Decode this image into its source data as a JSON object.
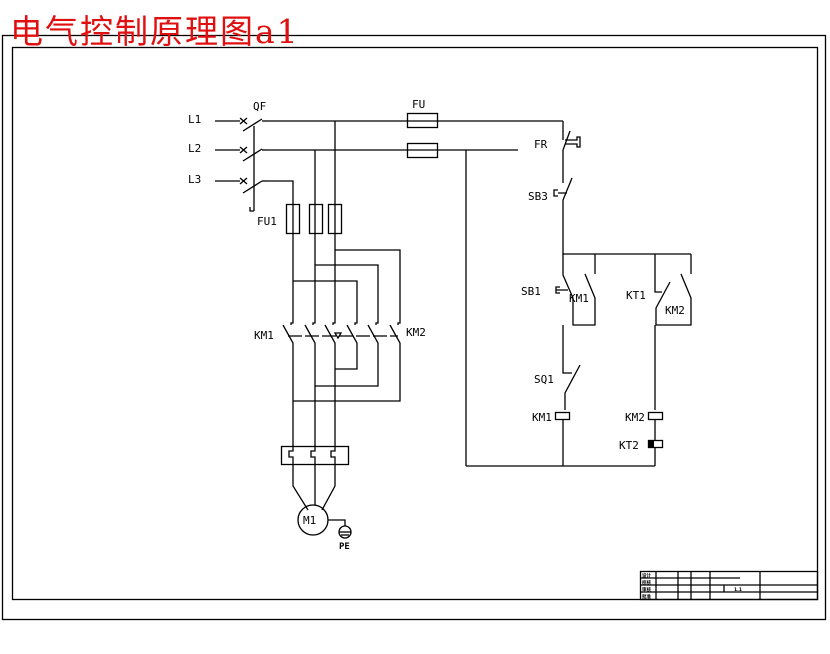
{
  "title": "电气控制原理图a1",
  "colors": {
    "title": "#e01010",
    "lines": "#000000",
    "background": "#ffffff"
  },
  "labels": {
    "L1": "L1",
    "L2": "L2",
    "L3": "L3",
    "QF": "QF",
    "FU1": "FU1",
    "FU": "FU",
    "KM1_main": "KM1",
    "KM2_main": "KM2",
    "M1": "M1",
    "PE": "PE",
    "FR": "FR",
    "SB3": "SB3",
    "SB1": "SB1",
    "KM1_aux": "KM1",
    "KT1": "KT1",
    "KM2_aux": "KM2",
    "SQ1": "SQ1",
    "KM1_coil": "KM1",
    "KM2_coil": "KM2",
    "KT2": "KT2"
  },
  "title_block": {
    "sheet_no": "1.1",
    "rows": [
      "设计",
      "校核",
      "审核",
      "批准"
    ]
  }
}
